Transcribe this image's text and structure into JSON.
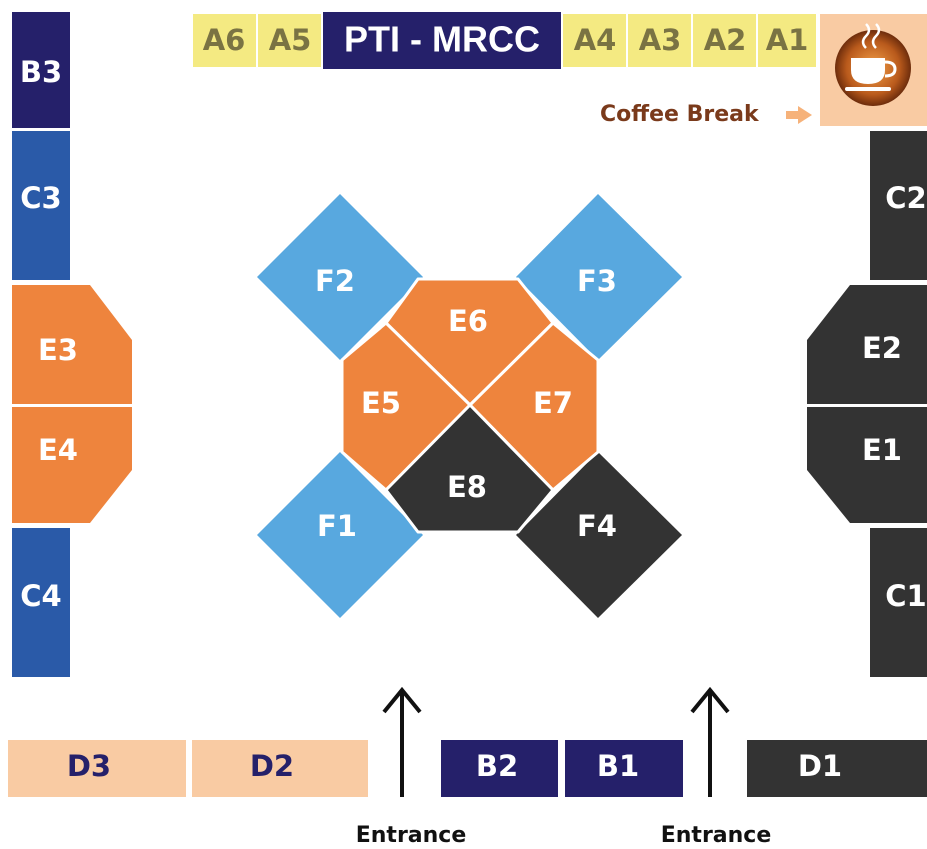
{
  "colors": {
    "navy": "#25206a",
    "royal_blue": "#2a5aa8",
    "orange": "#ee843d",
    "light_blue": "#58a8df",
    "charcoal": "#333333",
    "peach": "#f9cba3",
    "yellow": "#f4ea82",
    "coffee_brown": "#7a3a1b"
  },
  "header": {
    "title": "PTI - MRCC",
    "left_booths": [
      "A6",
      "A5"
    ],
    "right_booths": [
      "A4",
      "A3",
      "A2",
      "A1"
    ]
  },
  "coffee": {
    "icon": "coffee-cup-icon",
    "label": "Coffee Break"
  },
  "left_wall": [
    "B3",
    "C3",
    "E3",
    "E4",
    "C4"
  ],
  "right_wall": [
    "C2",
    "E2",
    "E1",
    "C1"
  ],
  "center": {
    "F2": "F2",
    "F3": "F3",
    "F1": "F1",
    "F4": "F4",
    "E6": "E6",
    "E5": "E5",
    "E7": "E7",
    "E8": "E8"
  },
  "bottom": {
    "D3": "D3",
    "D2": "D2",
    "B2": "B2",
    "B1": "B1",
    "D1": "D1"
  },
  "entrances": [
    "Entrance",
    "Entrance"
  ]
}
